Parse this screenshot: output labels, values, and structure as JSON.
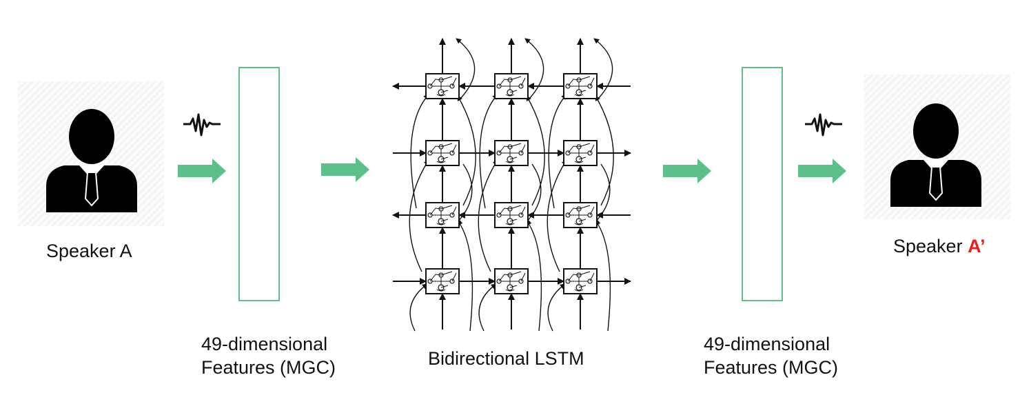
{
  "speaker_a": {
    "label": "Speaker A"
  },
  "speaker_out": {
    "label_prefix": "Speaker ",
    "label_highlight": "A’"
  },
  "features_in": {
    "line1": "49-dimensional",
    "line2": "Features (MGC)"
  },
  "lstm": {
    "label": "Bidirectional LSTM",
    "rows": 4,
    "columns": 3
  },
  "features_out": {
    "line1": "49-dimensional",
    "line2": "Features (MGC)"
  },
  "colors": {
    "arrow_fill": "#5cc08a",
    "box_border": "#5cc08a",
    "highlight": "#ee1c1c"
  },
  "icons": [
    "person-icon",
    "waveform-icon",
    "arrow-right-icon",
    "lstm-cell-icon"
  ]
}
